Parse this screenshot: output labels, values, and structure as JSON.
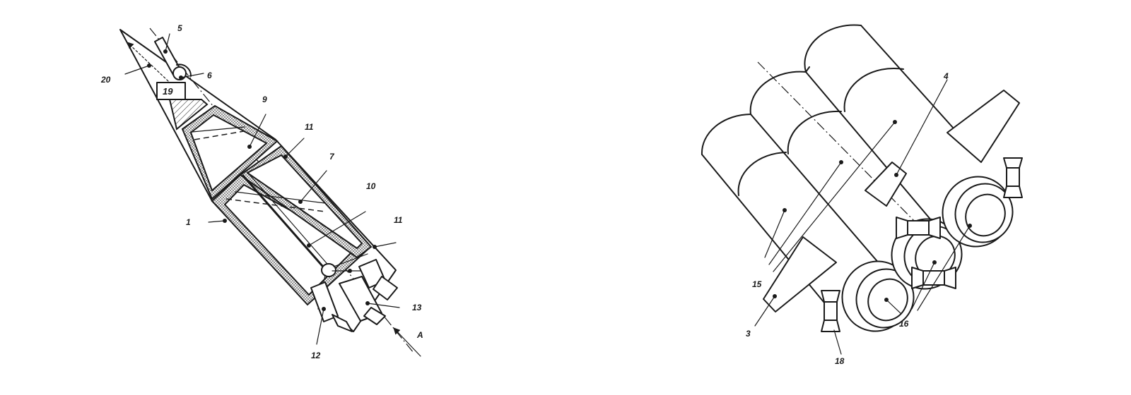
{
  "figure_left": {
    "labels": {
      "l5": "5",
      "l6": "6",
      "l20": "20",
      "l19": "19",
      "l9": "9",
      "l11a": "11",
      "l7": "7",
      "l10": "10",
      "l11b": "11",
      "l1": "1",
      "l13": "13",
      "l12": "12",
      "lA": "A"
    }
  },
  "figure_right": {
    "labels": {
      "l4": "4",
      "l15": "15",
      "l3": "3",
      "l16": "16",
      "l18": "18"
    }
  }
}
